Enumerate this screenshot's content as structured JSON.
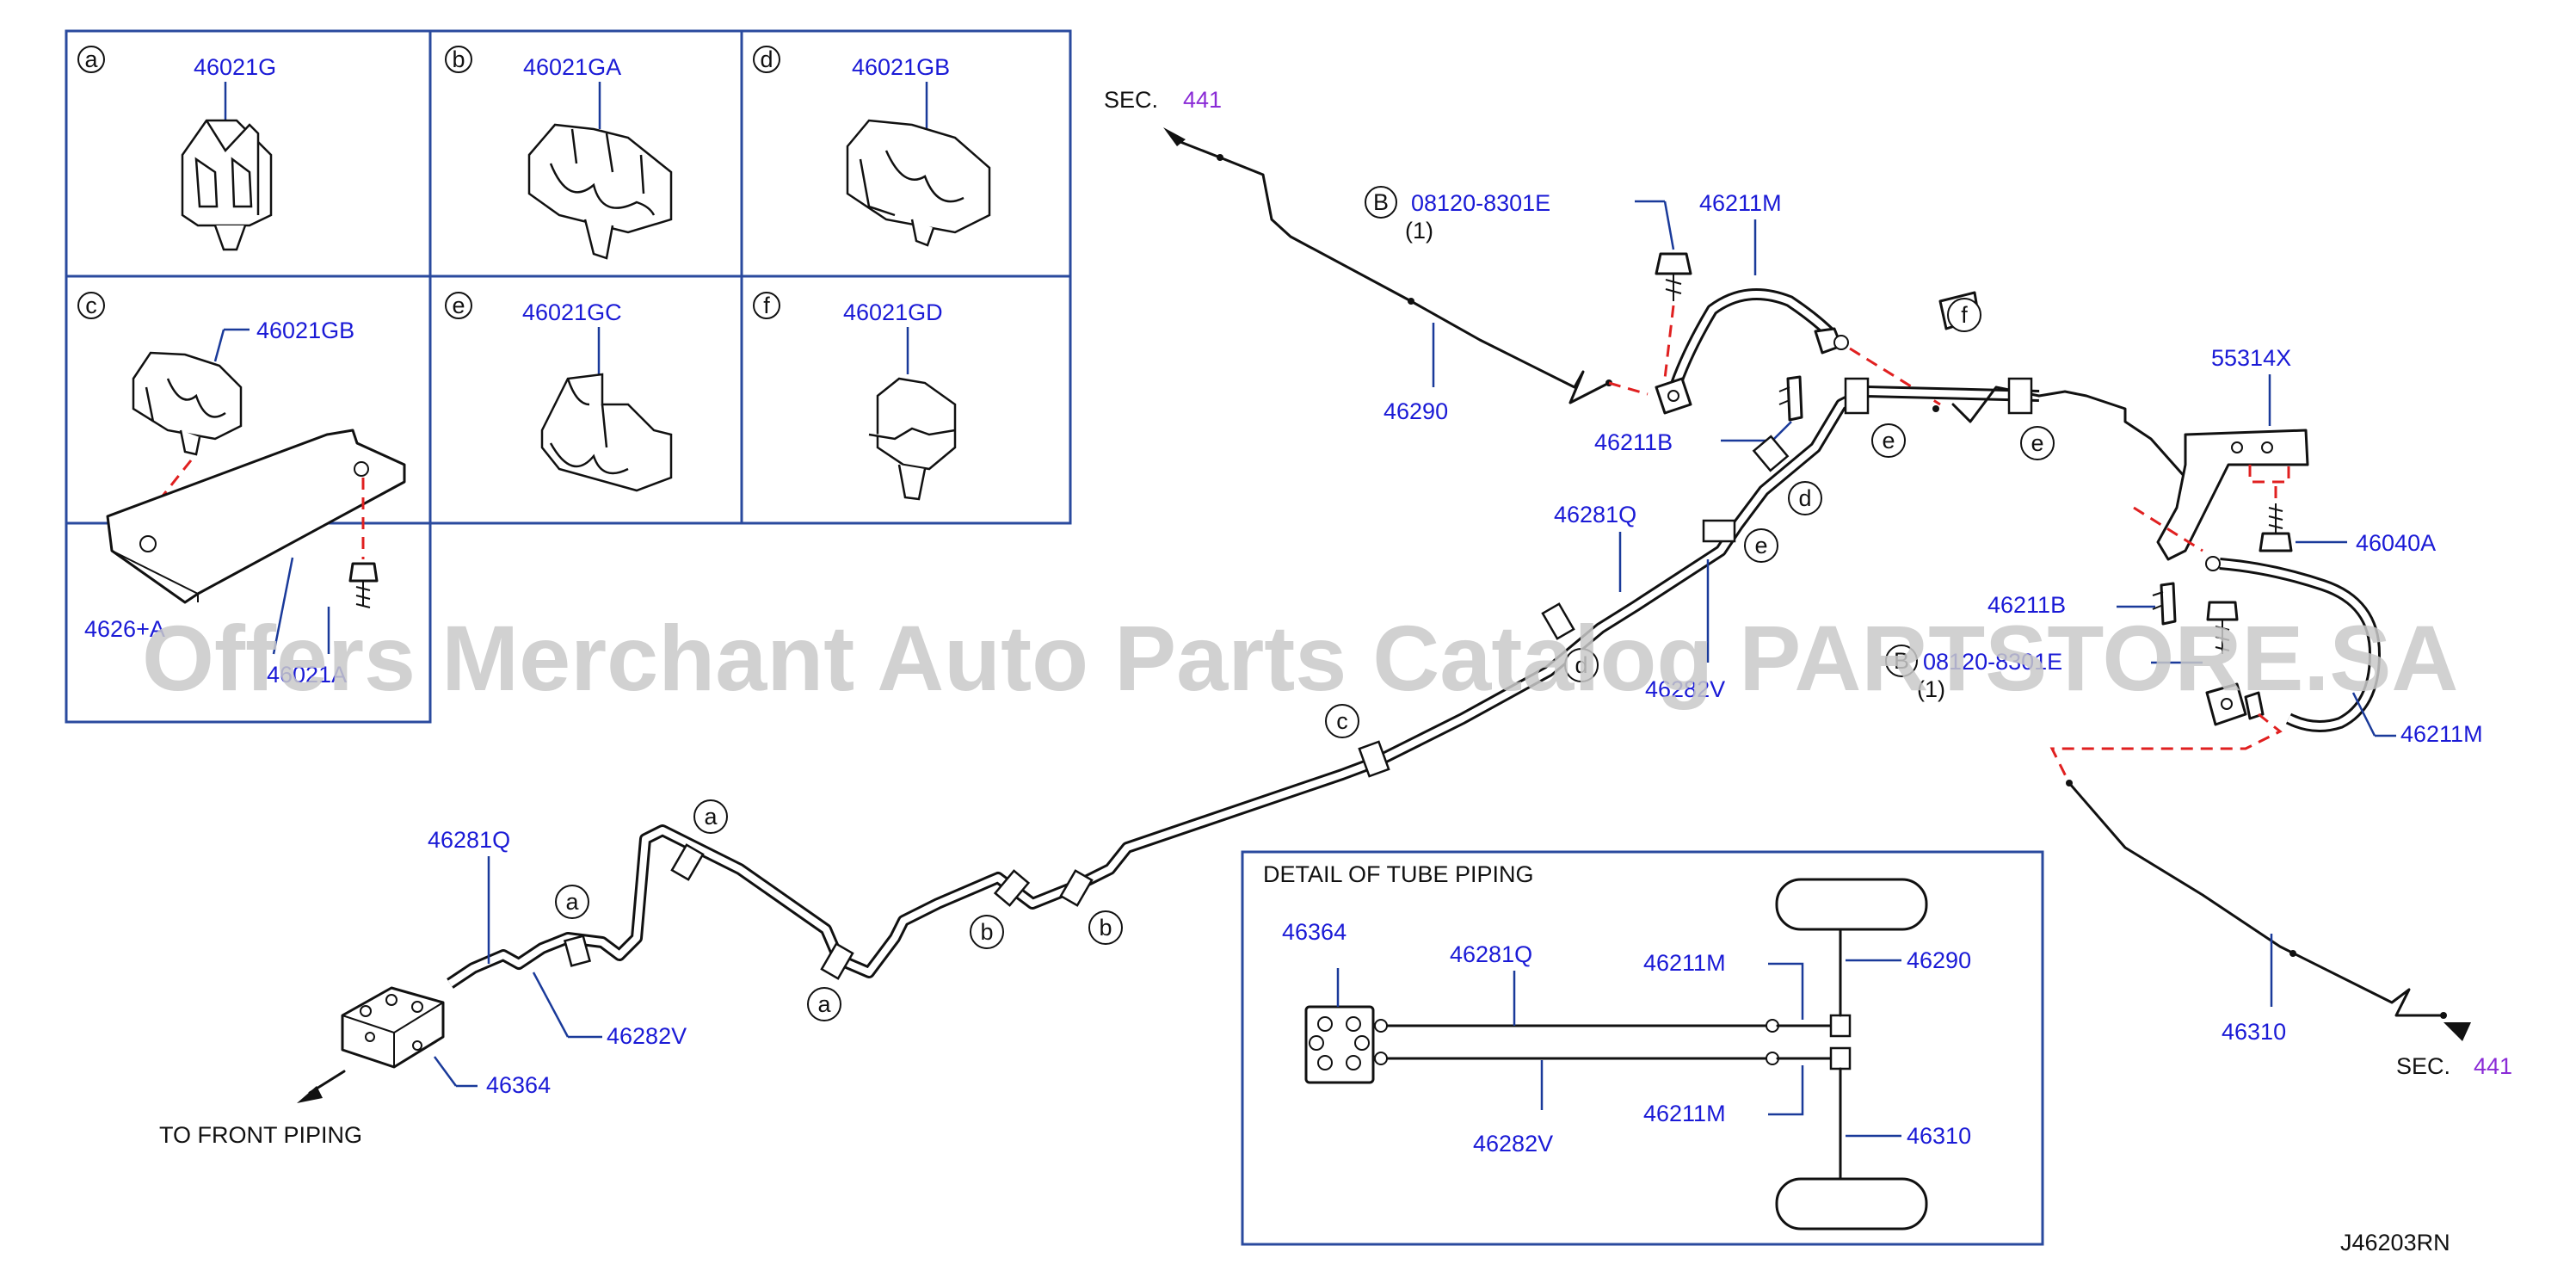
{
  "inset_boxes": [
    {
      "letter": "a",
      "part": "46021G"
    },
    {
      "letter": "b",
      "part": "46021GA"
    },
    {
      "letter": "d",
      "part": "46021GB"
    },
    {
      "letter": "c",
      "part": "46021GB",
      "extra_parts": [
        "4626+A",
        "46021A"
      ]
    },
    {
      "letter": "e",
      "part": "46021GC"
    },
    {
      "letter": "f",
      "part": "46021GD"
    }
  ],
  "sec_top": {
    "prefix": "SEC.",
    "number": "441"
  },
  "sec_bottom": {
    "prefix": "SEC.",
    "number": "441"
  },
  "bolt_top": {
    "symbol": "B",
    "part": "08120-8301E",
    "qty": "(1)"
  },
  "bolt_mid": {
    "symbol": "B",
    "part": "08120-8301E",
    "qty": "(1)"
  },
  "parts": {
    "hose_top": "46211M",
    "line_top": "46290",
    "clip_top": "46211B",
    "tube_upper": "46281Q",
    "tube_lower": "46282V",
    "bracket": "55314X",
    "bolt_bracket": "46040A",
    "clip_mid": "46211B",
    "hose_right": "46211M",
    "line_right": "46310",
    "tube_left": "46281Q",
    "tube_left_lower": "46282V",
    "connector": "46364"
  },
  "clip_labels": [
    "a",
    "a",
    "a",
    "b",
    "b",
    "c",
    "d",
    "d",
    "e",
    "e",
    "e",
    "f"
  ],
  "to_front": "TO  FRONT  PIPING",
  "detail": {
    "title": "DETAIL  OF  TUBE  PIPING",
    "connector": "46364",
    "upper_tube": "46281Q",
    "lower_tube": "46282V",
    "upper_hose": "46211M",
    "lower_hose": "46211M",
    "upper_line": "46290",
    "lower_line": "46310"
  },
  "diagram_code": "J46203RN",
  "watermark": "Offers Merchant Auto Parts Catalog PARTSTORE.SA"
}
